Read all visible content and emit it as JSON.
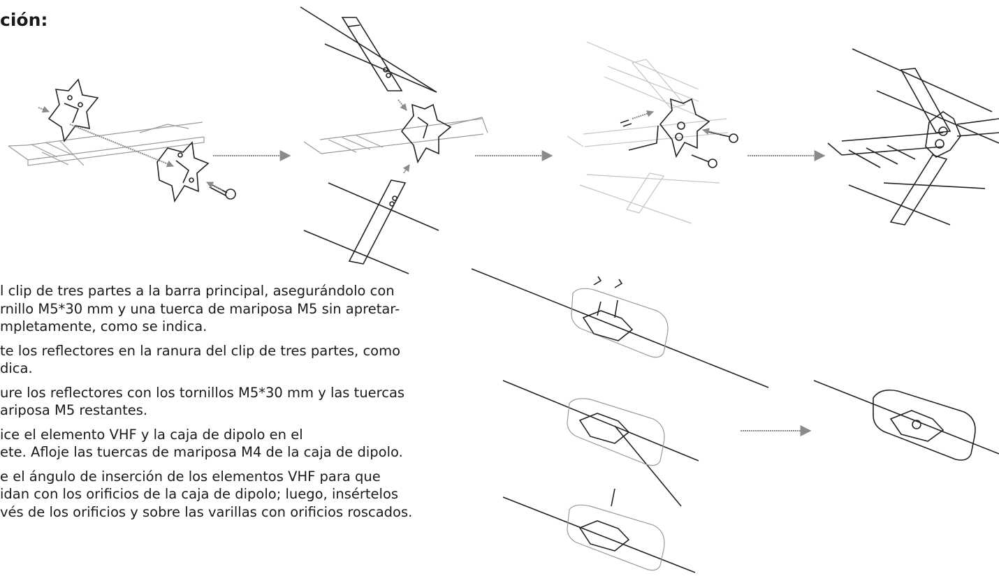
{
  "heading": "ción:",
  "steps": [
    {
      "lines": [
        "l clip de tres partes a la barra principal, asegurándolo con",
        "rnillo M5*30 mm y una tuerca de mariposa M5 sin apretar-",
        "mpletamente, como se indica."
      ]
    },
    {
      "lines": [
        "te los reflectores en la ranura del clip de tres partes, como",
        "dica."
      ]
    },
    {
      "lines": [
        "ure los reflectores con los tornillos M5*30 mm y las tuercas",
        "ariposa M5 restantes."
      ]
    },
    {
      "lines": [
        "ice el elemento VHF y la caja de dipolo en el",
        "ete. Afloje las tuercas de mariposa M4 de la caja de dipolo."
      ]
    },
    {
      "lines": [
        "e el ángulo de inserción de los elementos VHF para que",
        "idan con los orificios de la caja de dipolo; luego, insértelos",
        "vés de los orificios y sobre las varillas con orificios roscados."
      ]
    }
  ],
  "colors": {
    "line_dark": "#222222",
    "line_light": "#9a9a9a",
    "arrow": "#8a8a8a"
  },
  "illustrations": [
    "clip-attach-figure",
    "reflector-insert-figure",
    "reflector-secure-figure",
    "assembled-antenna-figure",
    "dipole-box-loosen-figure",
    "dipole-box-angle-figure",
    "dipole-box-insert-figure",
    "dipole-box-final-figure"
  ]
}
